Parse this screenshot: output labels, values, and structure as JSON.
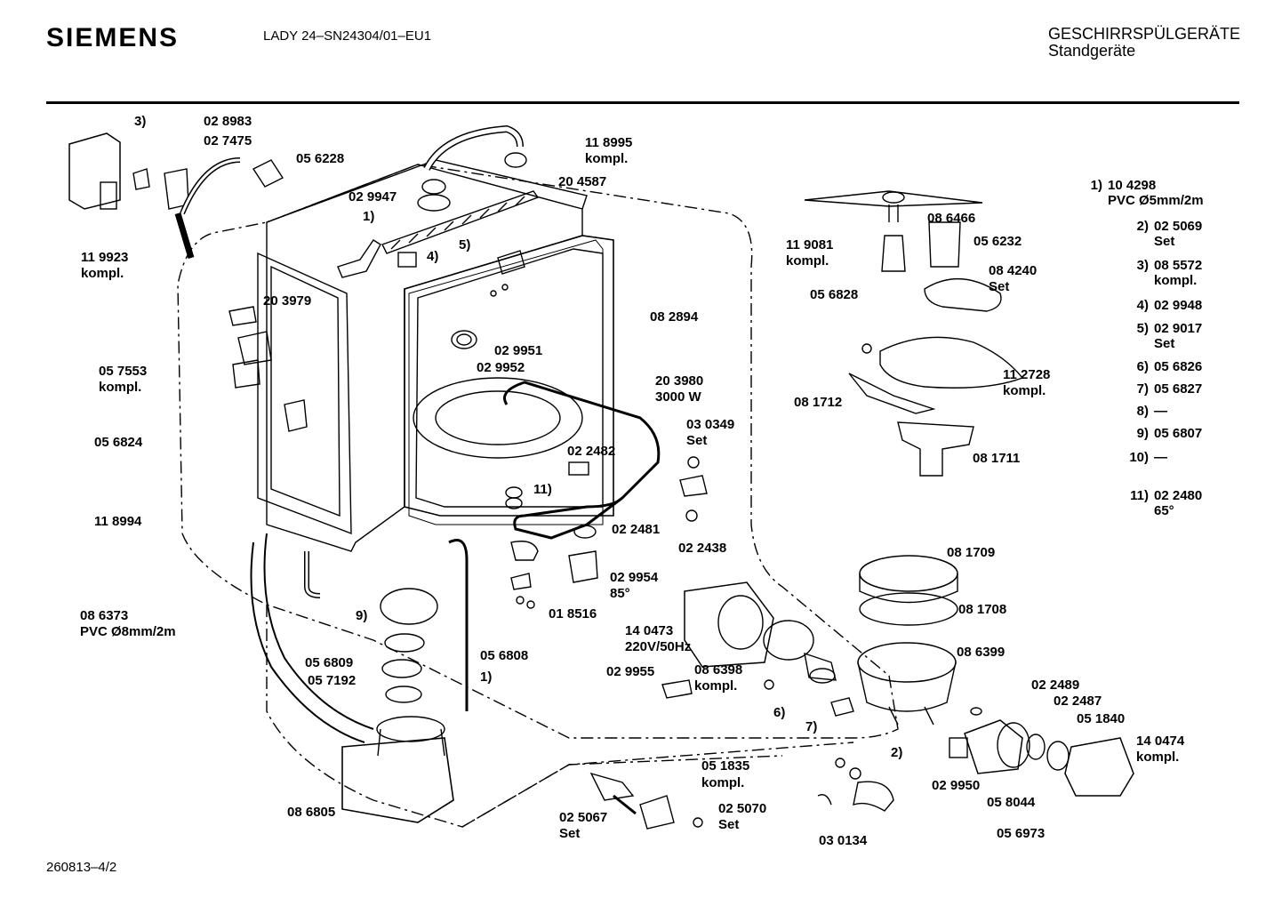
{
  "header": {
    "brand": "SIEMENS",
    "model": "LADY 24–SN24304/01–EU1",
    "category_line1": "GESCHIRRSPÜLGERÄTE",
    "category_line2": "Standgeräte"
  },
  "footer": {
    "code": "260813–4/2"
  },
  "labels": [
    {
      "id": "l3",
      "text": "3)"
    },
    {
      "id": "l028983",
      "text": "02 8983"
    },
    {
      "id": "l027475",
      "text": "02 7475"
    },
    {
      "id": "l056228",
      "text": "05 6228"
    },
    {
      "id": "l118995",
      "text": "11 8995"
    },
    {
      "id": "l118995k",
      "text": "kompl."
    },
    {
      "id": "l029947",
      "text": "02 9947"
    },
    {
      "id": "l204587",
      "text": "20 4587"
    },
    {
      "id": "l1a",
      "text": "1)"
    },
    {
      "id": "l4",
      "text": "4)"
    },
    {
      "id": "l5",
      "text": "5)"
    },
    {
      "id": "l119923",
      "text": "11 9923"
    },
    {
      "id": "l119923k",
      "text": "kompl."
    },
    {
      "id": "l203979",
      "text": "20 3979"
    },
    {
      "id": "l082894",
      "text": "08 2894"
    },
    {
      "id": "l029951",
      "text": "02 9951"
    },
    {
      "id": "l029952",
      "text": "02 9952"
    },
    {
      "id": "l057553",
      "text": "05 7553"
    },
    {
      "id": "l057553k",
      "text": "kompl."
    },
    {
      "id": "l203980",
      "text": "20 3980"
    },
    {
      "id": "l3000w",
      "text": "3000 W"
    },
    {
      "id": "l056824",
      "text": "05 6824"
    },
    {
      "id": "l030349",
      "text": "03 0349"
    },
    {
      "id": "l030349s",
      "text": "Set"
    },
    {
      "id": "l022482",
      "text": "02 2482"
    },
    {
      "id": "l11",
      "text": "11)"
    },
    {
      "id": "l118994",
      "text": "11 8994"
    },
    {
      "id": "l022481",
      "text": "02 2481"
    },
    {
      "id": "l022438",
      "text": "02 2438"
    },
    {
      "id": "l029954",
      "text": "02 9954"
    },
    {
      "id": "l85",
      "text": "85°"
    },
    {
      "id": "l086373",
      "text": "08 6373"
    },
    {
      "id": "l086373p",
      "text": "PVC Ø8mm/2m"
    },
    {
      "id": "l9",
      "text": "9)"
    },
    {
      "id": "l018516",
      "text": "01 8516"
    },
    {
      "id": "l140473",
      "text": "14 0473"
    },
    {
      "id": "l220v",
      "text": "220V/50Hz"
    },
    {
      "id": "l056809",
      "text": "05 6809"
    },
    {
      "id": "l056808",
      "text": "05 6808"
    },
    {
      "id": "l057192",
      "text": "05 7192"
    },
    {
      "id": "l1b",
      "text": "1)"
    },
    {
      "id": "l029955",
      "text": "02 9955"
    },
    {
      "id": "l086398",
      "text": "08 6398"
    },
    {
      "id": "l086398k",
      "text": "kompl."
    },
    {
      "id": "l6",
      "text": "6)"
    },
    {
      "id": "l7",
      "text": "7)"
    },
    {
      "id": "l086805",
      "text": "08 6805"
    },
    {
      "id": "l051835",
      "text": "05 1835"
    },
    {
      "id": "l051835k",
      "text": "kompl."
    },
    {
      "id": "l025067",
      "text": "02 5067"
    },
    {
      "id": "l025067s",
      "text": "Set"
    },
    {
      "id": "l025070",
      "text": "02 5070"
    },
    {
      "id": "l025070s",
      "text": "Set"
    },
    {
      "id": "l030134",
      "text": "03 0134"
    },
    {
      "id": "l2",
      "text": "2)"
    },
    {
      "id": "l029950",
      "text": "02 9950"
    },
    {
      "id": "l058044",
      "text": "05 8044"
    },
    {
      "id": "l056973",
      "text": "05 6973"
    },
    {
      "id": "l022489",
      "text": "02 2489"
    },
    {
      "id": "l022487",
      "text": "02 2487"
    },
    {
      "id": "l051840",
      "text": "05 1840"
    },
    {
      "id": "l140474",
      "text": "14 0474"
    },
    {
      "id": "l140474k",
      "text": "kompl."
    },
    {
      "id": "l086466",
      "text": "08 6466"
    },
    {
      "id": "l119081",
      "text": "11 9081"
    },
    {
      "id": "l119081k",
      "text": "kompl."
    },
    {
      "id": "l056232",
      "text": "05 6232"
    },
    {
      "id": "l084240",
      "text": "08 4240"
    },
    {
      "id": "l084240s",
      "text": "Set"
    },
    {
      "id": "l056828",
      "text": "05 6828"
    },
    {
      "id": "l112728",
      "text": "11 2728"
    },
    {
      "id": "l112728k",
      "text": "kompl."
    },
    {
      "id": "l081712",
      "text": "08 1712"
    },
    {
      "id": "l081711",
      "text": "08 1711"
    },
    {
      "id": "l081709",
      "text": "08 1709"
    },
    {
      "id": "l081708",
      "text": "08 1708"
    },
    {
      "id": "l086399",
      "text": "08 6399"
    }
  ],
  "legend": [
    {
      "key": "1)",
      "code": "10 4298",
      "desc": "PVC Ø5mm/2m"
    },
    {
      "key": "2)",
      "code": "02 5069",
      "desc": "Set"
    },
    {
      "key": "3)",
      "code": "08 5572",
      "desc": "kompl."
    },
    {
      "key": "4)",
      "code": "02 9948",
      "desc": ""
    },
    {
      "key": "5)",
      "code": "02 9017",
      "desc": "Set"
    },
    {
      "key": "6)",
      "code": "05 6826",
      "desc": ""
    },
    {
      "key": "7)",
      "code": "05 6827",
      "desc": ""
    },
    {
      "key": "8)",
      "code": "—",
      "desc": ""
    },
    {
      "key": "9)",
      "code": "05 6807",
      "desc": ""
    },
    {
      "key": "10)",
      "code": "—",
      "desc": ""
    },
    {
      "key": "11)",
      "code": "02 2480",
      "desc": "65°"
    }
  ]
}
